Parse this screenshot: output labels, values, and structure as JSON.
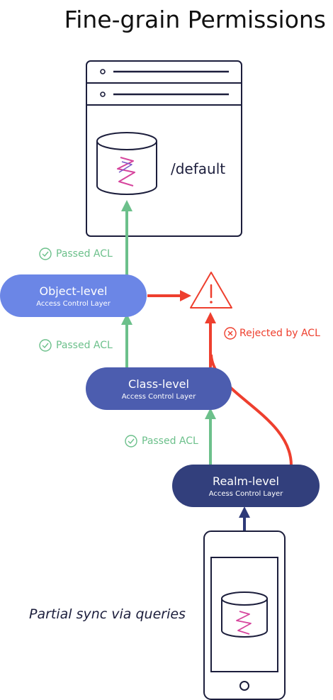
{
  "title": "Fine-grain Permissions",
  "server": {
    "path_label": "/default"
  },
  "layers": {
    "object": {
      "name": "Object-level",
      "sub": "Access Control Layer",
      "color": "#6b86e6"
    },
    "class": {
      "name": "Class-level",
      "sub": "Access Control Layer",
      "color": "#4c5daf"
    },
    "realm": {
      "name": "Realm-level",
      "sub": "Access Control Layer",
      "color": "#323f7c"
    }
  },
  "labels": {
    "passed": "Passed ACL",
    "rejected": "Rejected by ACL",
    "partial_sync": "Partial sync via queries"
  },
  "colors": {
    "pass": "#6cc08b",
    "reject": "#ee3f2e",
    "ink": "#1c1e3c"
  },
  "icons": [
    "database-icon",
    "realm-logo-icon",
    "warning-icon",
    "check-circle-icon",
    "x-circle-icon",
    "phone-home-button-icon"
  ]
}
